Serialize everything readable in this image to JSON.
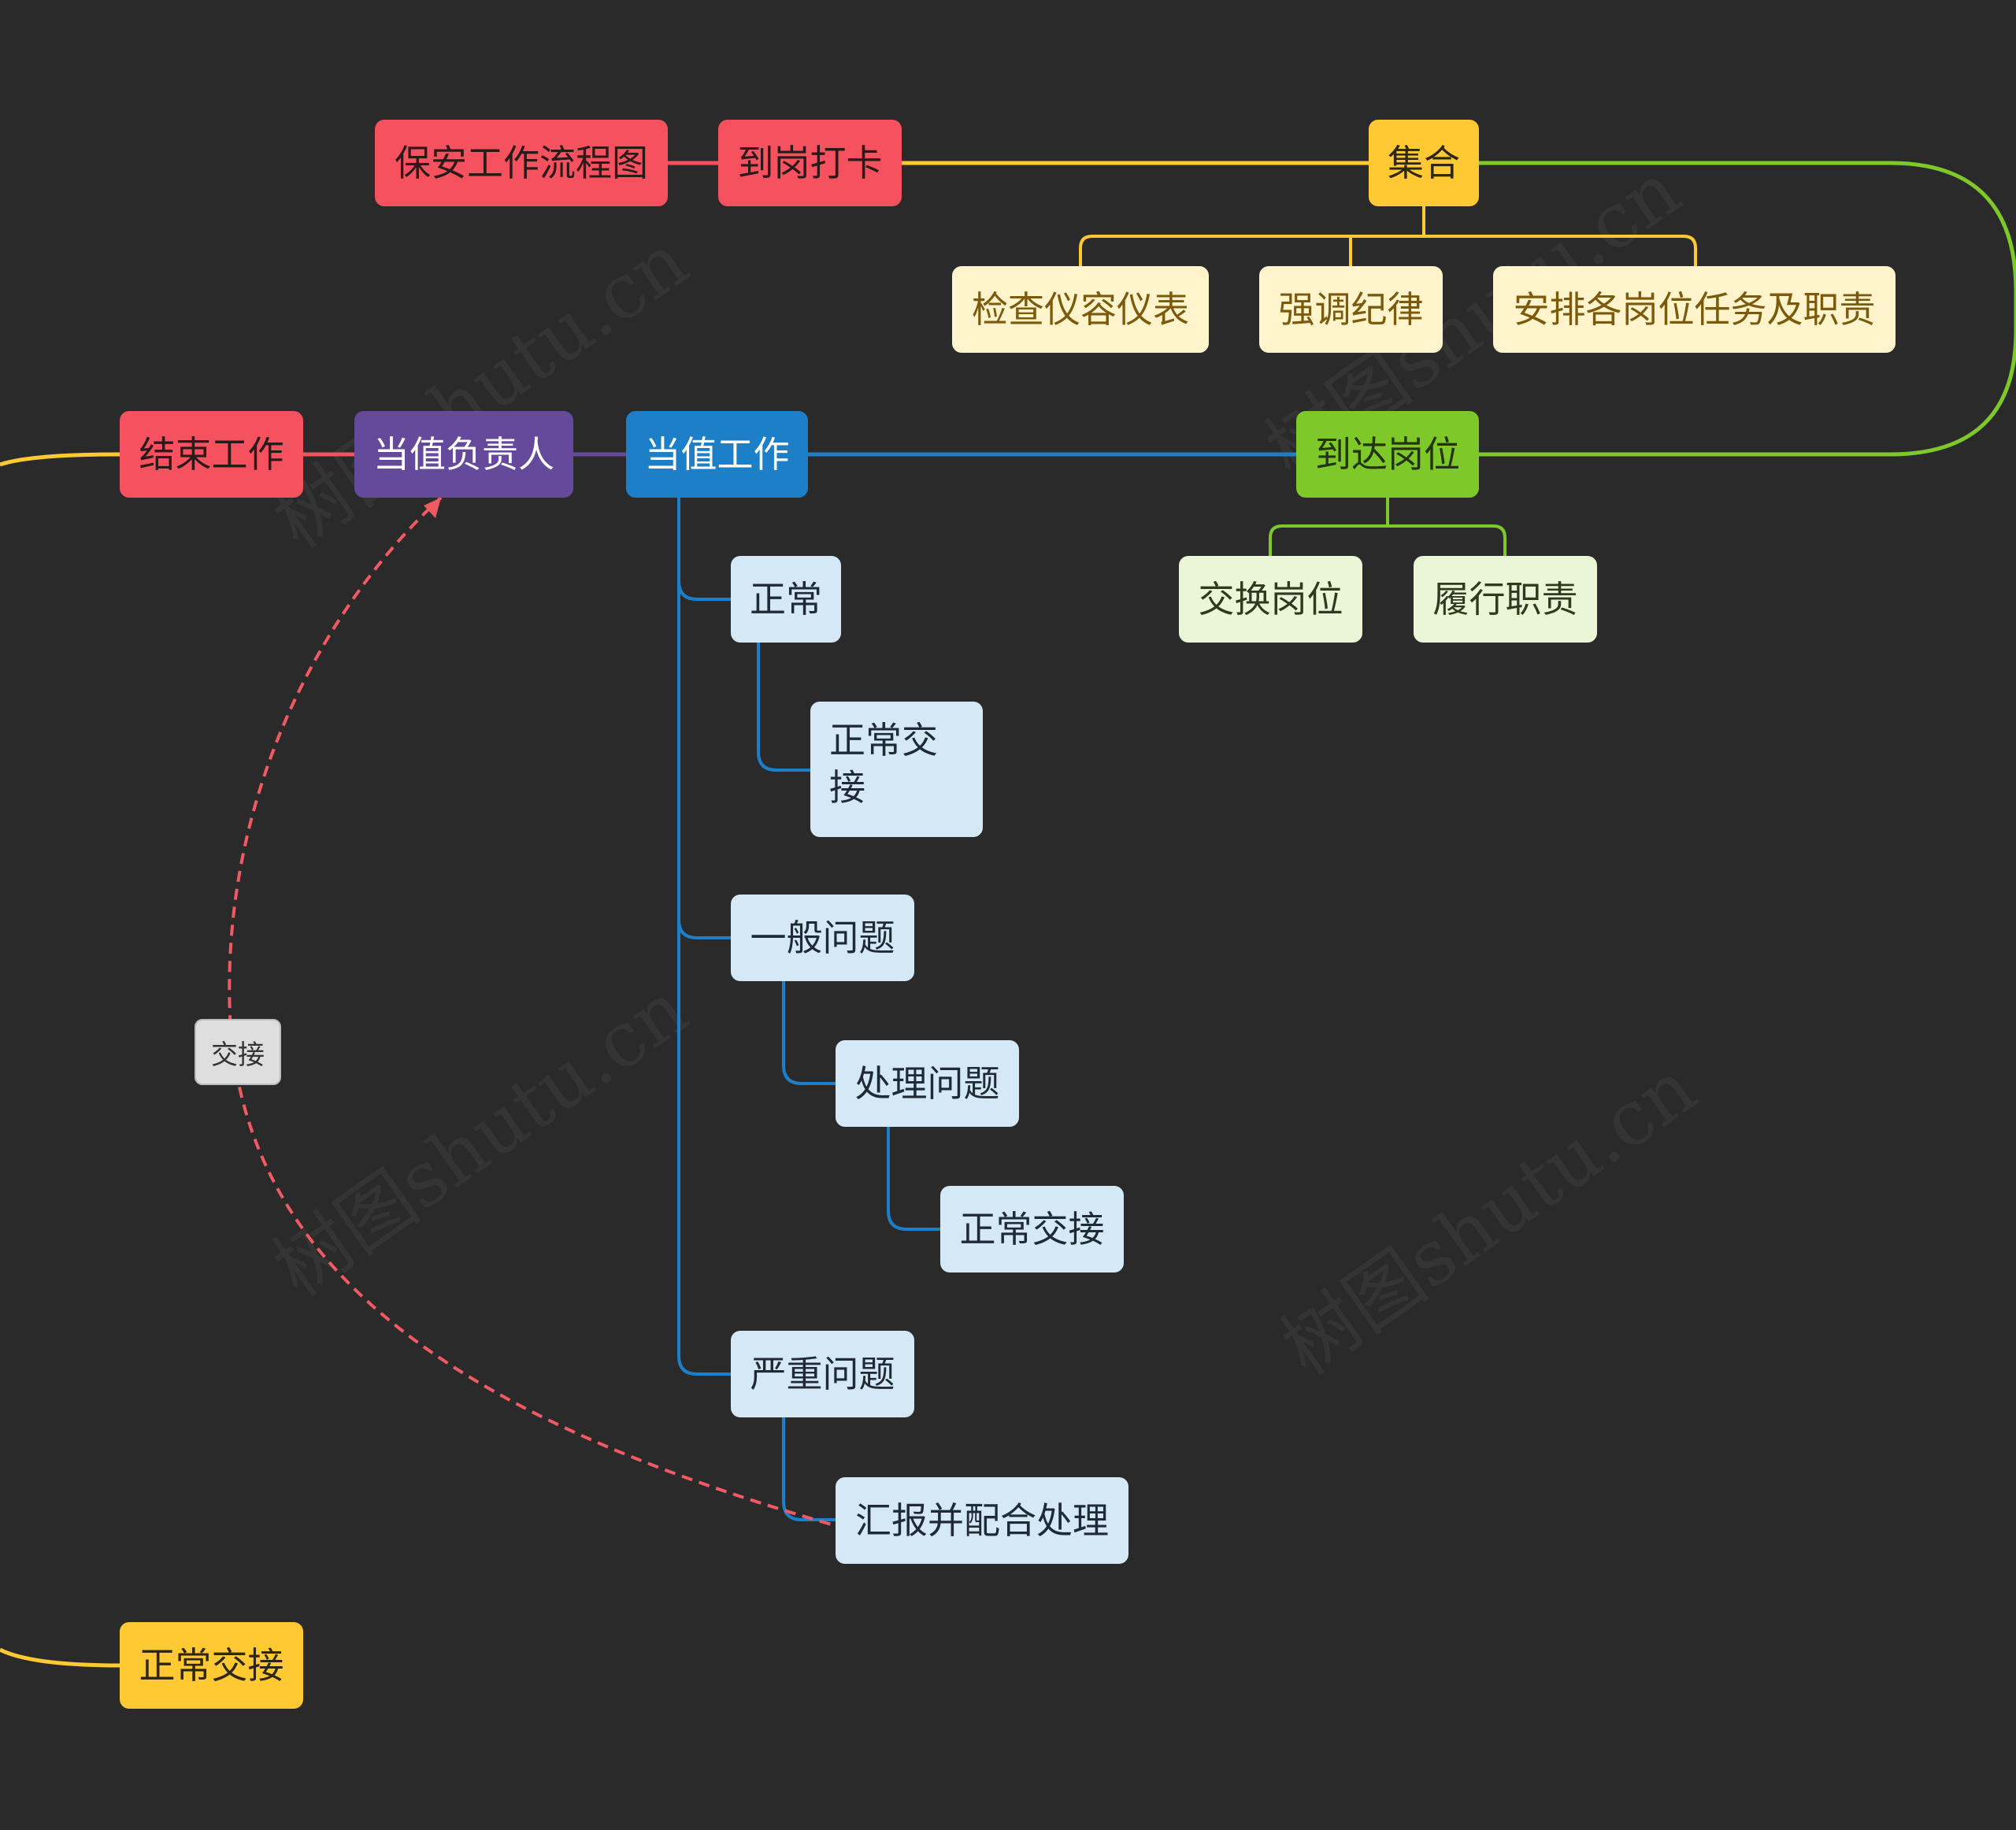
{
  "colors": {
    "background": "#2a2a2a",
    "red": "#f5515f",
    "yellow": "#ffc933",
    "cream": "#fff4cc",
    "green": "#7ec82a",
    "mint": "#eaf6d6",
    "blue": "#1e7fc9",
    "purple": "#654a9c",
    "pale_blue": "#d4e8f6",
    "relation_line": "#f05a64"
  },
  "nodes": {
    "root": "保安工作流程图",
    "clock_in": "到岗打卡",
    "assemble": "集合",
    "check_appearance": "检查仪容仪表",
    "emphasize_discipline": "强调纪律",
    "assign_duties": "安排各岗位任务及职责",
    "arrive_post": "到达岗位",
    "swap_post": "交换岗位",
    "perform_duties": "履行职责",
    "on_duty_work": "当值工作",
    "normal": "正常",
    "normal_handover_wrapped": "正常交接",
    "general_issue": "一般问题",
    "handle_issue": "处理问题",
    "normal_handover_2": "正常交接",
    "serious_issue": "严重问题",
    "report_cooperate": "汇报并配合处理",
    "duty_supervisor": "当值负责人",
    "end_work": "结束工作",
    "normal_handover_bottom": "正常交接"
  },
  "relation": {
    "label": "交接"
  },
  "watermark": "树图shutu.cn"
}
